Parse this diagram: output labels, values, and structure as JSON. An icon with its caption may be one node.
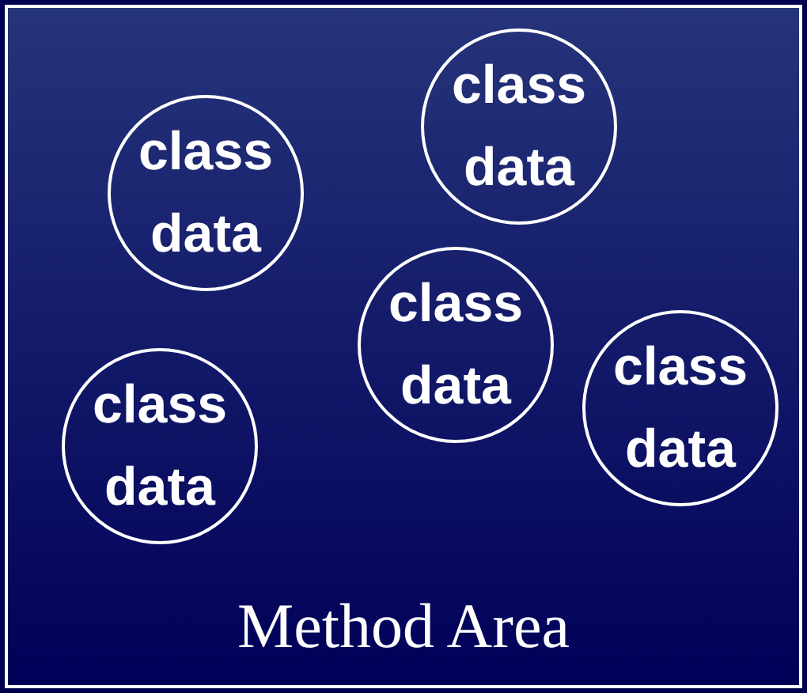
{
  "diagram": {
    "nodes": [
      {
        "text": [
          "Method Area"
        ]
      },
      {
        "text": [
          "class data"
        ],
        "in": 0
      },
      {
        "text": [
          "class data"
        ],
        "in": 0
      },
      {
        "text": [
          "class data"
        ],
        "in": 0
      },
      {
        "text": [
          "class data"
        ],
        "in": 0
      },
      {
        "text": [
          "class data"
        ],
        "in": 0
      }
    ]
  }
}
